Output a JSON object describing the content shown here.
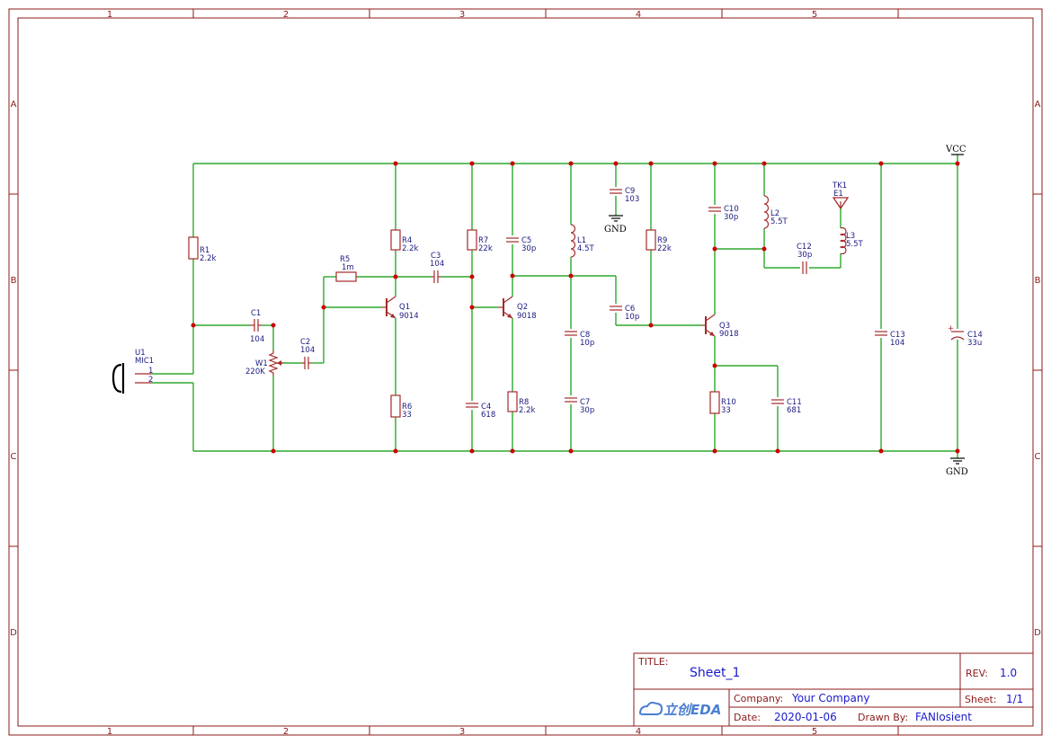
{
  "grid": {
    "columns": [
      "1",
      "2",
      "3",
      "4",
      "5"
    ],
    "rows": [
      "A",
      "B",
      "C",
      "D"
    ]
  },
  "components": {
    "U1": {
      "ref": "U1",
      "value": "MIC1",
      "pins": [
        "1",
        "2"
      ]
    },
    "R1": {
      "ref": "R1",
      "value": "2.2k"
    },
    "C1": {
      "ref": "C1",
      "value": "104"
    },
    "W1": {
      "ref": "W1",
      "value": "220K"
    },
    "C2": {
      "ref": "C2",
      "value": "104"
    },
    "R5": {
      "ref": "R5",
      "value": "1m"
    },
    "R4": {
      "ref": "R4",
      "value": "2.2k"
    },
    "Q1": {
      "ref": "Q1",
      "value": "9014"
    },
    "R6": {
      "ref": "R6",
      "value": "33"
    },
    "C3": {
      "ref": "C3",
      "value": "104"
    },
    "R7": {
      "ref": "R7",
      "value": "22k"
    },
    "C4": {
      "ref": "C4",
      "value": "618"
    },
    "C5": {
      "ref": "C5",
      "value": "30p"
    },
    "Q2": {
      "ref": "Q2",
      "value": "9018"
    },
    "R8": {
      "ref": "R8",
      "value": "2.2k"
    },
    "L1": {
      "ref": "L1",
      "value": "4.5T"
    },
    "C8": {
      "ref": "C8",
      "value": "10p"
    },
    "C7": {
      "ref": "C7",
      "value": "30p"
    },
    "C9": {
      "ref": "C9",
      "value": "103"
    },
    "C6": {
      "ref": "C6",
      "value": "10p"
    },
    "R9": {
      "ref": "R9",
      "value": "22k"
    },
    "C10": {
      "ref": "C10",
      "value": "30p"
    },
    "Q3": {
      "ref": "Q3",
      "value": "9018"
    },
    "R10": {
      "ref": "R10",
      "value": "33"
    },
    "C11": {
      "ref": "C11",
      "value": "681"
    },
    "L2": {
      "ref": "L2",
      "value": "5.5T"
    },
    "C12": {
      "ref": "C12",
      "value": "30p"
    },
    "TK1": {
      "ref": "TK1",
      "value": "E1"
    },
    "L3": {
      "ref": "L3",
      "value": "5.5T"
    },
    "C13": {
      "ref": "C13",
      "value": "104"
    },
    "C14": {
      "ref": "C14",
      "value": "33u",
      "polarity": "+"
    }
  },
  "power": {
    "vcc": "VCC",
    "gnd_c9": "GND",
    "gnd_main": "GND"
  },
  "title_block": {
    "title_label": "TITLE:",
    "title": "Sheet_1",
    "rev_label": "REV:",
    "rev": "1.0",
    "logo_text": "立创EDA",
    "company_label": "Company:",
    "company": "Your Company",
    "sheet_label": "Sheet:",
    "sheet": "1/1",
    "date_label": "Date:",
    "date": "2020-01-06",
    "drawn_label": "Drawn By:",
    "drawn_by": "FANlosient"
  },
  "colors": {
    "frame": "#8b1a1a",
    "wire": "#2ea82e",
    "symbol": "#a52a2a",
    "junction": "#cc0000",
    "label": "#1a1a80",
    "title_value": "#1a1acc"
  }
}
